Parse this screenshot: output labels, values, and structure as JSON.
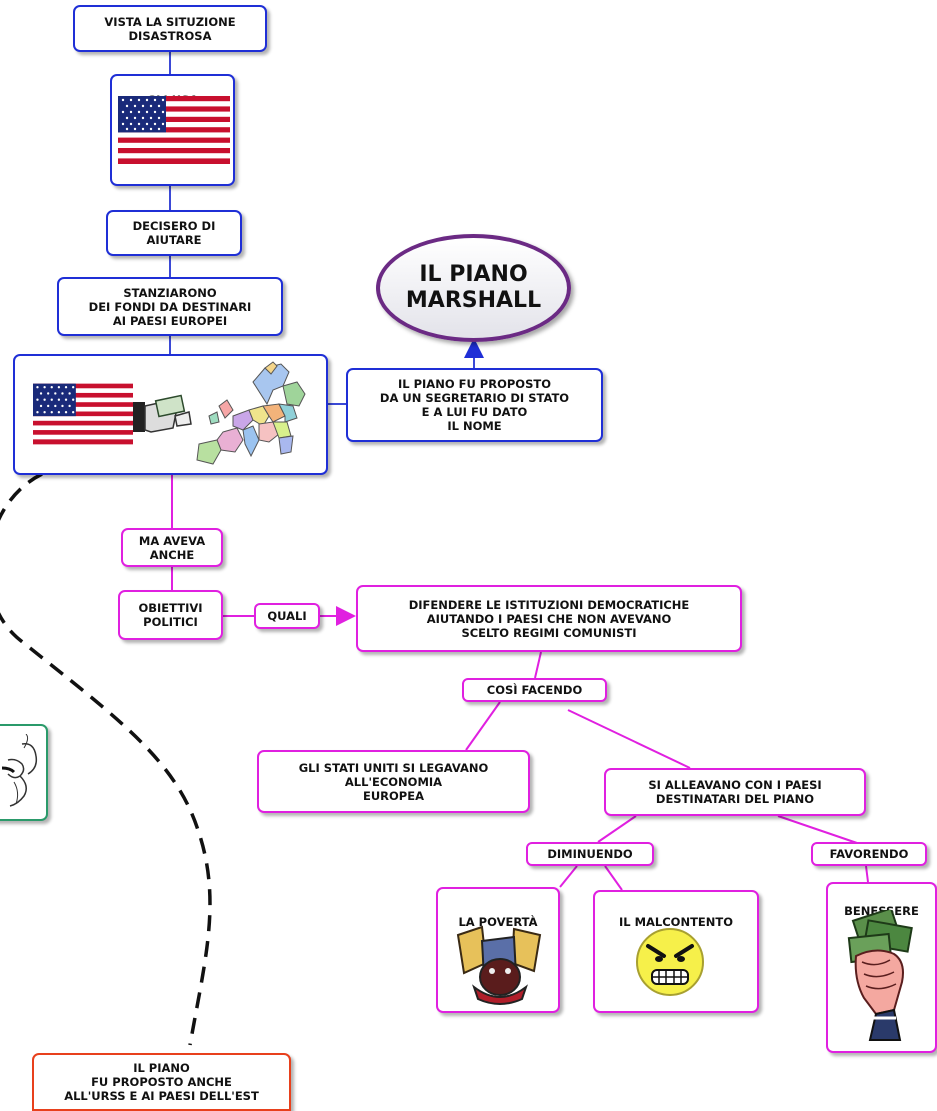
{
  "title": "IL PIANO\nMARSHALL",
  "nodes": {
    "vista": "VISTA LA SITUZIONE\nDISASTROSA",
    "usa": "GLI USA",
    "decisero": "DECISERO DI\nAIUTARE",
    "stanziarono": "STANZIARONO\nDEI FONDI DA DESTINARI\nAI PAESI EUROPEI",
    "proposto": "IL PIANO FU PROPOSTO\nDA UN SEGRETARIO DI STATO\nE A LUI FU DATO\nIL NOME",
    "ma_aveva": "MA AVEVA\nANCHE",
    "obiettivi": "OBIETTIVI\nPOLITICI",
    "quali": "QUALI",
    "difendere": "DIFENDERE LE ISTITUZIONI DEMOCRATICHE\nAIUTANDO I PAESI CHE NON AVEVANO\nSCELTO REGIMI COMUNISTI",
    "cosi": "COSÌ FACENDO",
    "stati_uniti": "GLI STATI UNITI SI LEGAVANO\nALL'ECONOMIA\nEUROPEA",
    "alleavano": "SI ALLEAVANO CON I PAESI\nDESTINATARI DEL PIANO",
    "diminuendo": "DIMINUENDO",
    "favorendo": "FAVORENDO",
    "poverta": "LA POVERTÀ",
    "malcontento": "IL MALCONTENTO",
    "benessere": "BENESSERE",
    "urss": "IL PIANO\nFU PROPOSTO ANCHE\nALL'URSS E AI PAESI DELL'EST"
  },
  "colors": {
    "blue": "#1f2fd6",
    "magenta": "#e020e0",
    "red": "#e8401c",
    "green": "#2a9a6a",
    "title_border": "#6b2a84"
  },
  "icons": [
    "usa-flag-icon",
    "money-handover-icon",
    "europe-map-icon",
    "poverty-icon",
    "angry-face-icon",
    "money-hand-icon",
    "sketch-figure-icon"
  ]
}
